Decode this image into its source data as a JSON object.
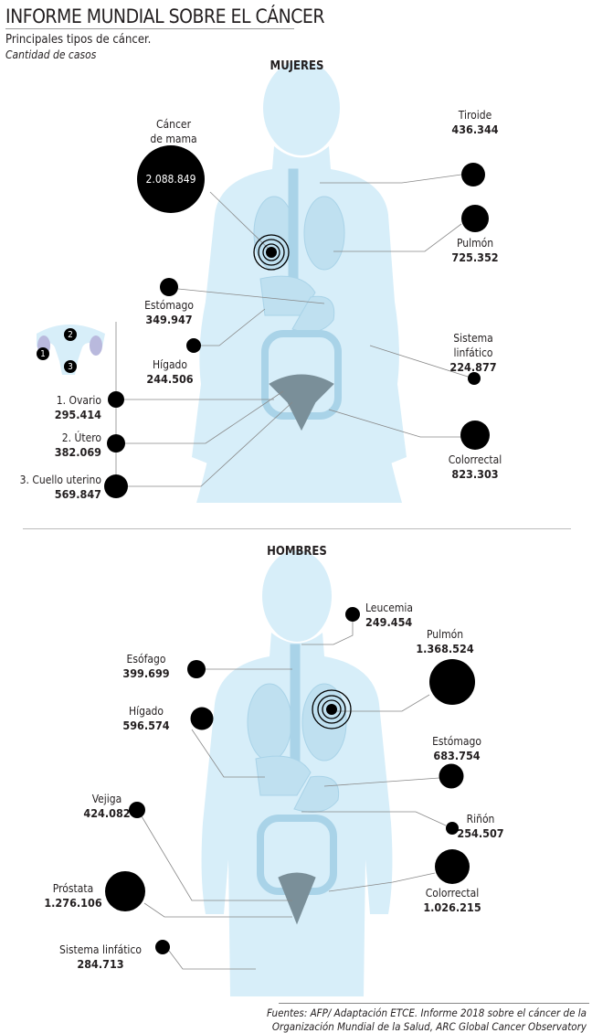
{
  "header": {
    "title": "INFORME MUNDIAL SOBRE EL CÁNCER",
    "subtitle": "Principales tipos de cáncer.",
    "unit_note": "Cantidad de casos"
  },
  "women": {
    "title": "MUJERES",
    "items": [
      {
        "name": "Cáncer de mama",
        "name_l1": "Cáncer",
        "name_l2": "de mama",
        "value": "2.088.849"
      },
      {
        "name": "Tiroide",
        "value": "436.344"
      },
      {
        "name": "Pulmón",
        "value": "725.352"
      },
      {
        "name": "Estómago",
        "value": "349.947"
      },
      {
        "name": "Hígado",
        "value": "244.506"
      },
      {
        "name": "Sistema linfático",
        "name_l1": "Sistema",
        "name_l2": "linfático",
        "value": "224.877"
      },
      {
        "name": "Colorrectal",
        "value": "823.303"
      },
      {
        "name": "1. Ovario",
        "value": "295.414"
      },
      {
        "name": "2. Útero",
        "value": "382.069"
      },
      {
        "name": "3. Cuello uterino",
        "value": "569.847"
      }
    ],
    "uterus_markers": [
      "1",
      "2",
      "3"
    ]
  },
  "men": {
    "title": "HOMBRES",
    "items": [
      {
        "name": "Leucemia",
        "value": "249.454"
      },
      {
        "name": "Pulmón",
        "value": "1.368.524"
      },
      {
        "name": "Esófago",
        "value": "399.699"
      },
      {
        "name": "Hígado",
        "value": "596.574"
      },
      {
        "name": "Estómago",
        "value": "683.754"
      },
      {
        "name": "Vejiga",
        "value": "424.082"
      },
      {
        "name": "Riñón",
        "value": "254.507"
      },
      {
        "name": "Colorrectal",
        "value": "1.026.215"
      },
      {
        "name": "Próstata",
        "value": "1.276.106"
      },
      {
        "name": "Sistema linfático",
        "value": "284.713"
      }
    ]
  },
  "footer": {
    "line1": "Fuentes: AFP/ Adaptación ETCE. Informe 2018 sobre el cáncer de la",
    "line2": "Organización Mundial de la Salud, ARC Global Cancer Observatory"
  },
  "colors": {
    "body": "#d7eef9",
    "organ": "#bfe0f0",
    "dot": "#000000",
    "line": "#888888",
    "ovary": "#b9b9dd"
  }
}
